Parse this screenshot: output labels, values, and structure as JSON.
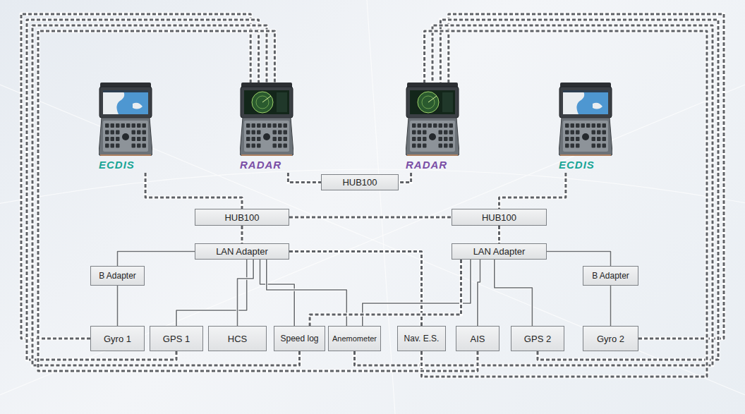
{
  "diagram": {
    "nodes": [
      {
        "text": [
          "ECDIS"
        ]
      },
      {
        "text": [
          "RADAR"
        ]
      },
      {
        "text": [
          "RADAR"
        ]
      },
      {
        "text": [
          "ECDIS"
        ]
      },
      {
        "text": [
          "HUB100"
        ]
      },
      {
        "text": [
          "HUB100"
        ]
      },
      {
        "text": [
          "HUB100"
        ]
      },
      {
        "text": [
          "LAN Adapter"
        ]
      },
      {
        "text": [
          "LAN Adapter"
        ]
      },
      {
        "text": [
          "B Adapter"
        ]
      },
      {
        "text": [
          "B Adapter"
        ]
      },
      {
        "text": [
          "Gyro 1"
        ]
      },
      {
        "text": [
          "GPS 1"
        ]
      },
      {
        "text": [
          "HCS"
        ]
      },
      {
        "text": [
          "Speed log"
        ]
      },
      {
        "text": [
          "Anemometer"
        ]
      },
      {
        "text": [
          "Nav. E.S."
        ]
      },
      {
        "text": [
          "AIS"
        ]
      },
      {
        "text": [
          "GPS 2"
        ]
      },
      {
        "text": [
          "Gyro 2"
        ]
      }
    ],
    "edges": [
      {
        "from": 0,
        "to": 5,
        "arrow": "none"
      },
      {
        "from": 1,
        "to": 4,
        "arrow": "none"
      },
      {
        "from": 2,
        "to": 4,
        "arrow": "none"
      },
      {
        "from": 3,
        "to": 6,
        "arrow": "none"
      },
      {
        "from": 5,
        "to": 6,
        "arrow": "none"
      },
      {
        "from": 5,
        "to": 7,
        "arrow": "none"
      },
      {
        "from": 6,
        "to": 8,
        "arrow": "none"
      },
      {
        "from": 7,
        "to": 9,
        "arrow": "none"
      },
      {
        "from": 9,
        "to": 11,
        "arrow": "none"
      },
      {
        "from": 8,
        "to": 10,
        "arrow": "none"
      },
      {
        "from": 10,
        "to": 19,
        "arrow": "none"
      },
      {
        "from": 7,
        "to": 12,
        "arrow": "none"
      },
      {
        "from": 7,
        "to": 13,
        "arrow": "none"
      },
      {
        "from": 7,
        "to": 14,
        "arrow": "none"
      },
      {
        "from": 7,
        "to": 15,
        "arrow": "none"
      },
      {
        "from": 7,
        "to": 16,
        "arrow": "none"
      },
      {
        "from": 8,
        "to": 17,
        "arrow": "none"
      },
      {
        "from": 8,
        "to": 18,
        "arrow": "none"
      },
      {
        "from": 8,
        "to": 15,
        "arrow": "none"
      },
      {
        "from": 8,
        "to": 14,
        "arrow": "none"
      },
      {
        "from": 11,
        "to": 1,
        "arrow": "none"
      },
      {
        "from": 12,
        "to": 1,
        "arrow": "none"
      },
      {
        "from": 14,
        "to": 1,
        "arrow": "none"
      },
      {
        "from": 19,
        "to": 2,
        "arrow": "none"
      },
      {
        "from": 18,
        "to": 2,
        "arrow": "none"
      },
      {
        "from": 15,
        "to": 2,
        "arrow": "none"
      },
      {
        "from": 16,
        "to": 2,
        "arrow": "none"
      },
      {
        "from": 17,
        "to": 1,
        "arrow": "none"
      }
    ]
  }
}
